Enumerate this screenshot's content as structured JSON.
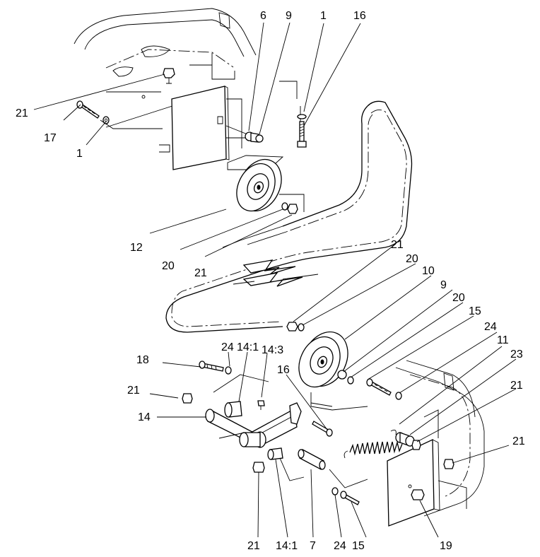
{
  "diagram": {
    "callouts": [
      {
        "id": "c21a",
        "text": "21"
      },
      {
        "id": "c17",
        "text": "17"
      },
      {
        "id": "c1a",
        "text": "1"
      },
      {
        "id": "c6",
        "text": "6"
      },
      {
        "id": "c9a",
        "text": "9"
      },
      {
        "id": "c1b",
        "text": "1"
      },
      {
        "id": "c16a",
        "text": "16"
      },
      {
        "id": "c12",
        "text": "12"
      },
      {
        "id": "c20a",
        "text": "20"
      },
      {
        "id": "c21b",
        "text": "21"
      },
      {
        "id": "c21c",
        "text": "21"
      },
      {
        "id": "c20b",
        "text": "20"
      },
      {
        "id": "c10",
        "text": "10"
      },
      {
        "id": "c9b",
        "text": "9"
      },
      {
        "id": "c20c",
        "text": "20"
      },
      {
        "id": "c15a",
        "text": "15"
      },
      {
        "id": "c24a",
        "text": "24"
      },
      {
        "id": "c11",
        "text": "11"
      },
      {
        "id": "c23",
        "text": "23"
      },
      {
        "id": "c21d",
        "text": "21"
      },
      {
        "id": "c21e",
        "text": "21"
      },
      {
        "id": "c18",
        "text": "18"
      },
      {
        "id": "c24b",
        "text": "24"
      },
      {
        "id": "c14_1a",
        "text": "14:1"
      },
      {
        "id": "c14_3",
        "text": "14:3"
      },
      {
        "id": "c16b",
        "text": "16"
      },
      {
        "id": "c21f",
        "text": "21"
      },
      {
        "id": "c14",
        "text": "14"
      },
      {
        "id": "c21g",
        "text": "21"
      },
      {
        "id": "c14_1b",
        "text": "14:1"
      },
      {
        "id": "c7",
        "text": "7"
      },
      {
        "id": "c24c",
        "text": "24"
      },
      {
        "id": "c15b",
        "text": "15"
      },
      {
        "id": "c19",
        "text": "19"
      }
    ]
  }
}
